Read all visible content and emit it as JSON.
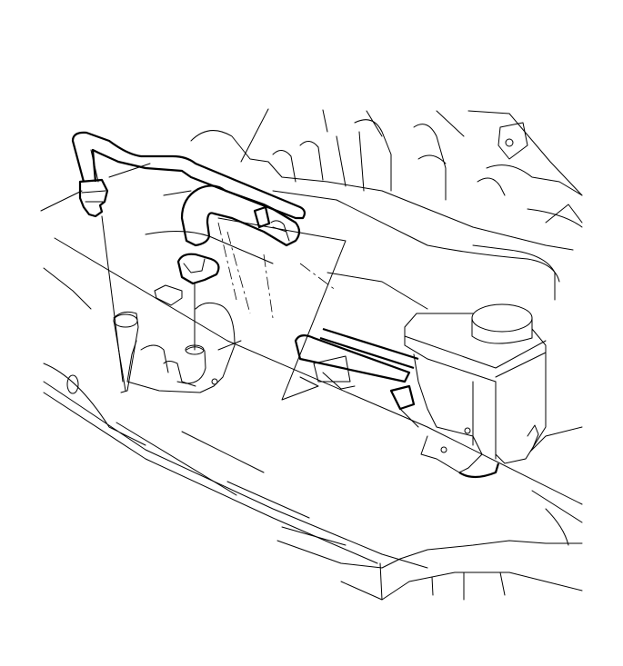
{
  "figure": {
    "kind": "exploded line drawing",
    "colors": {
      "line": "#000000",
      "background": "#ffffff"
    },
    "parts": [
      "pipe",
      "pipe-fitting",
      "hose",
      "hose-clamp",
      "pump",
      "reservoir",
      "reservoir-cap",
      "bracket",
      "engine-frame"
    ]
  }
}
